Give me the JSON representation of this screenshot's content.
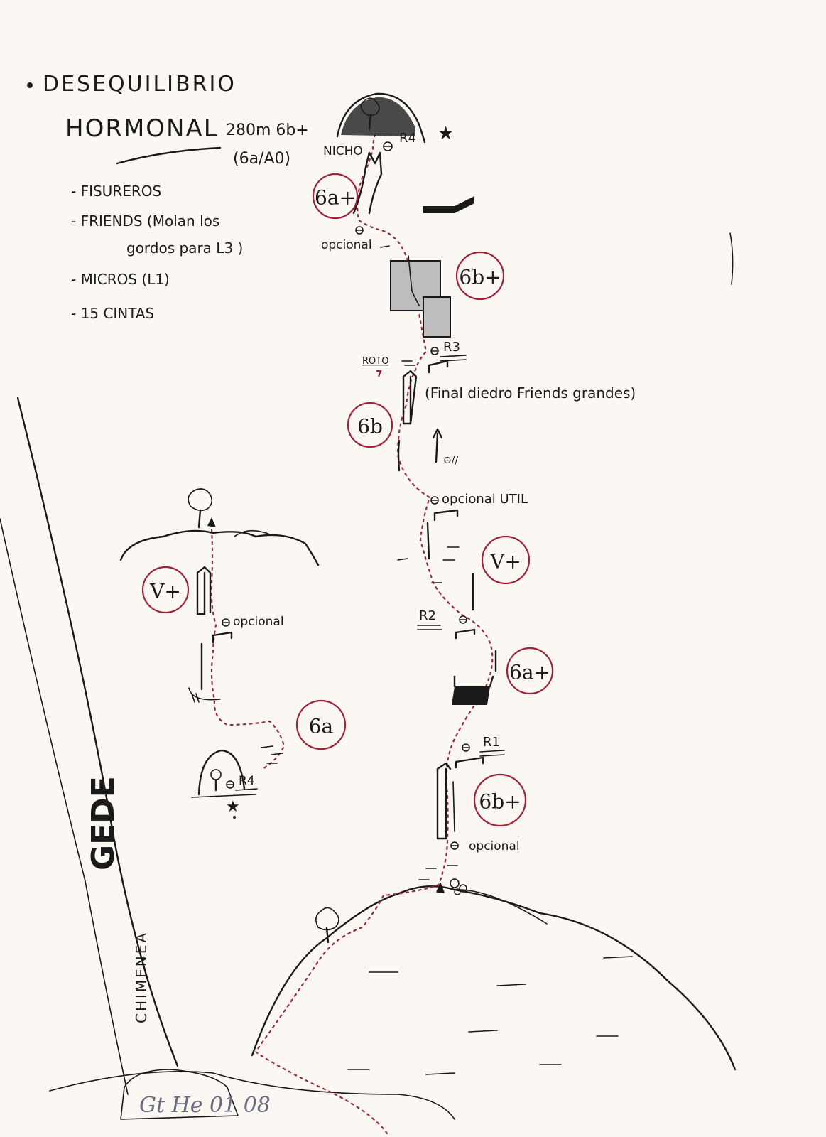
{
  "title": {
    "line1": "DESEQUILIBRIO",
    "line2": "HORMONAL",
    "length_grade": "280m 6b+",
    "alt_grade": "(6a/A0)"
  },
  "gear": [
    "- FISUREROS",
    "- FRIENDS (Molan los",
    "gordos para L3 )",
    "- MICROS (L1)",
    "- 15 CINTAS"
  ],
  "labels": {
    "nicho": "NICHO",
    "r4_top": "R4",
    "opcional_1": "opcional",
    "roto": "ROTO",
    "r3": "R3",
    "final_diedro": "(Final diedro Friends grandes)",
    "opcional_util": "opcional UTIL",
    "r2": "R2",
    "r1": "R1",
    "opcional_bottom": "opcional",
    "opcional_left": "opcional",
    "r4_left": "R4",
    "gede": "GEDE",
    "chimenea": "CHIMENEA",
    "signature": "Gt He 01 08"
  },
  "grades": {
    "g_top": "6a+",
    "g_6b_plus_upper": "6b+",
    "g_6b": "6b",
    "g_v_plus_right": "V+",
    "g_6a_plus_mid": "6a+",
    "g_6b_plus_lower": "6b+",
    "g_v_plus_left": "V+",
    "g_6a_left": "6a"
  },
  "colors": {
    "paper": "#fbf8f3",
    "ink": "#1a1a1a",
    "route_red": "#9b2a3c",
    "grade_ring": "#a02236"
  }
}
